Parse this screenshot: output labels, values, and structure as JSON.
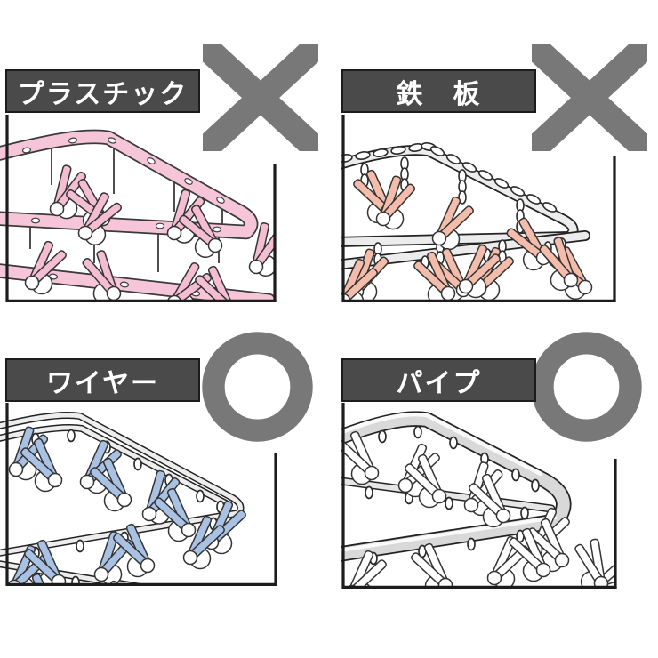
{
  "colors": {
    "label_bg": "#4b4a4a",
    "label_text": "#ffffff",
    "box_border": "#1c1c1c",
    "mark_gray": "#787878",
    "outline": "#333333",
    "spring_white": "#ffffff",
    "plastic_frame": "#f6c6d8",
    "plastic_clip": "#f4bdd1",
    "iron_rail": "#ececec",
    "iron_clip": "#f4bcab",
    "wire_rail": "#ededed",
    "wire_clip": "#a9c2e4",
    "pipe_rail": "#d9d9d9",
    "pipe_clip": "#ffffff"
  },
  "panels": [
    {
      "label": "プラスチック",
      "verdict": "x"
    },
    {
      "label": "鉄　板",
      "verdict": "x"
    },
    {
      "label": "ワイヤー",
      "verdict": "o"
    },
    {
      "label": "パイプ",
      "verdict": "o"
    }
  ]
}
